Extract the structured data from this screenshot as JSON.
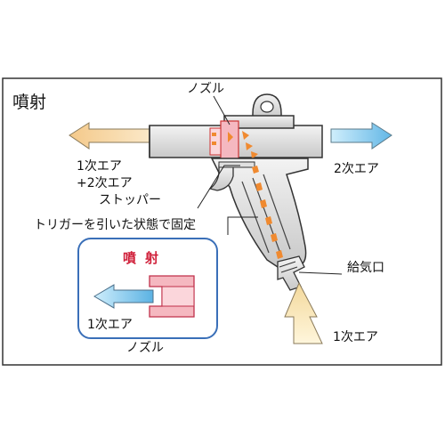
{
  "title": "噴射",
  "labels": {
    "nozzle_top": "ノズル",
    "primary_plus_secondary_line1": "1次エア",
    "primary_plus_secondary_line2": "+2次エア",
    "secondary_air": "2次エア",
    "stopper": "ストッパー",
    "trigger_note": "トリガーを引いた状態で固定",
    "air_inlet": "給気口",
    "primary_air_bottom": "1次エア"
  },
  "inset": {
    "title": "噴射",
    "primary_air": "1次エア",
    "nozzle": "ノズル"
  },
  "colors": {
    "frame": "#333333",
    "inset_border": "#3a6fb8",
    "orange_arrow": "#f6d9a8",
    "blue_arrow": "#7fc6ea",
    "cream_arrow": "#f7e4b5",
    "red_accent": "#d0203a",
    "pink_nozzle": "#f5b8c0",
    "orange_flow": "#f08a30"
  }
}
